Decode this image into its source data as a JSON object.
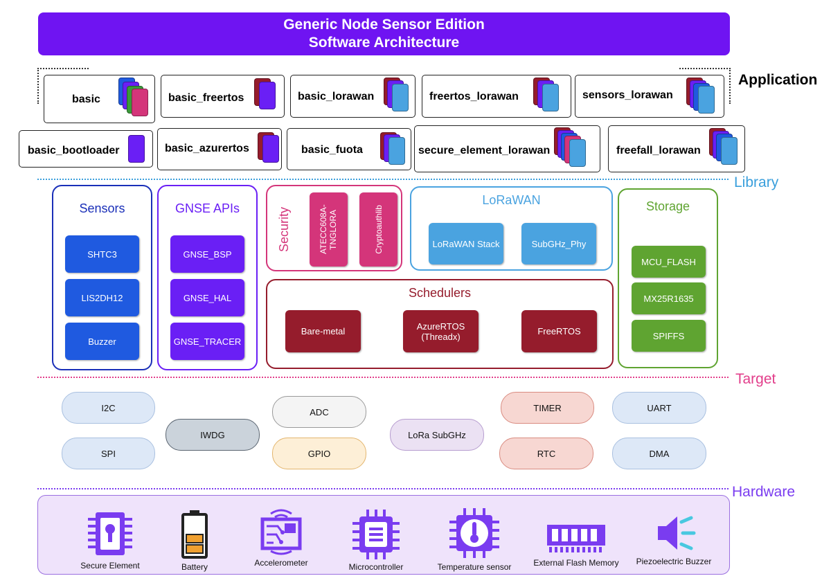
{
  "header": {
    "line1": "Generic Node Sensor Edition",
    "line2": "Software Architecture"
  },
  "layers": {
    "application": "Application",
    "library": "Library",
    "target": "Target",
    "hardware": "Hardware"
  },
  "applications": {
    "basic": "basic",
    "basic_freertos": "basic_freertos",
    "basic_lorawan": "basic_lorawan",
    "freertos_lorawan": "freertos_lorawan",
    "sensors_lorawan": "sensors_lorawan",
    "basic_bootloader": "basic_bootloader",
    "basic_azurertos": "basic_azurertos",
    "basic_fuota": "basic_fuota",
    "secure_element_lorawan": "secure_element_lorawan",
    "freefall_lorawan": "freefall_lorawan"
  },
  "library": {
    "sensors": {
      "title": "Sensors",
      "items": [
        "SHTC3",
        "LIS2DH12",
        "Buzzer"
      ]
    },
    "gnse_apis": {
      "title": "GNSE APIs",
      "items": [
        "GNSE_BSP",
        "GNSE_HAL",
        "GNSE_TRACER"
      ]
    },
    "security": {
      "title": "Security",
      "items": [
        "ATECC608A-TNGLORA",
        "Cryptoauthlib"
      ]
    },
    "lorawan": {
      "title": "LoRaWAN",
      "items": [
        "LoRaWAN Stack",
        "SubGHz_Phy"
      ]
    },
    "schedulers": {
      "title": "Schedulers",
      "items": [
        "Bare-metal",
        "AzureRTOS\n(Threadx)",
        "FreeRTOS"
      ]
    },
    "storage": {
      "title": "Storage",
      "items": [
        "MCU_FLASH",
        "MX25R1635",
        "SPIFFS"
      ]
    }
  },
  "target": {
    "i2c": "I2C",
    "spi": "SPI",
    "iwdg": "IWDG",
    "adc": "ADC",
    "gpio": "GPIO",
    "lora_subghz": "LoRa SubGHz",
    "timer": "TIMER",
    "rtc": "RTC",
    "uart": "UART",
    "dma": "DMA"
  },
  "hardware": {
    "secure_element": "Secure Element",
    "battery": "Battery",
    "accelerometer": "Accelerometer",
    "microcontroller": "Microcontroller",
    "temperature_sensor": "Temperature sensor",
    "external_flash": "External Flash Memory",
    "piezo_buzzer": "Piezoelectric Buzzer"
  },
  "colors": {
    "banner": "#6f14f2",
    "sensors": "#1f5ae0",
    "gnse": "#6a1ff5",
    "security": "#d4357a",
    "lorawan": "#4aa3e0",
    "schedulers": "#951c2c",
    "storage": "#5fa431",
    "icon": "#7a3cf0"
  }
}
